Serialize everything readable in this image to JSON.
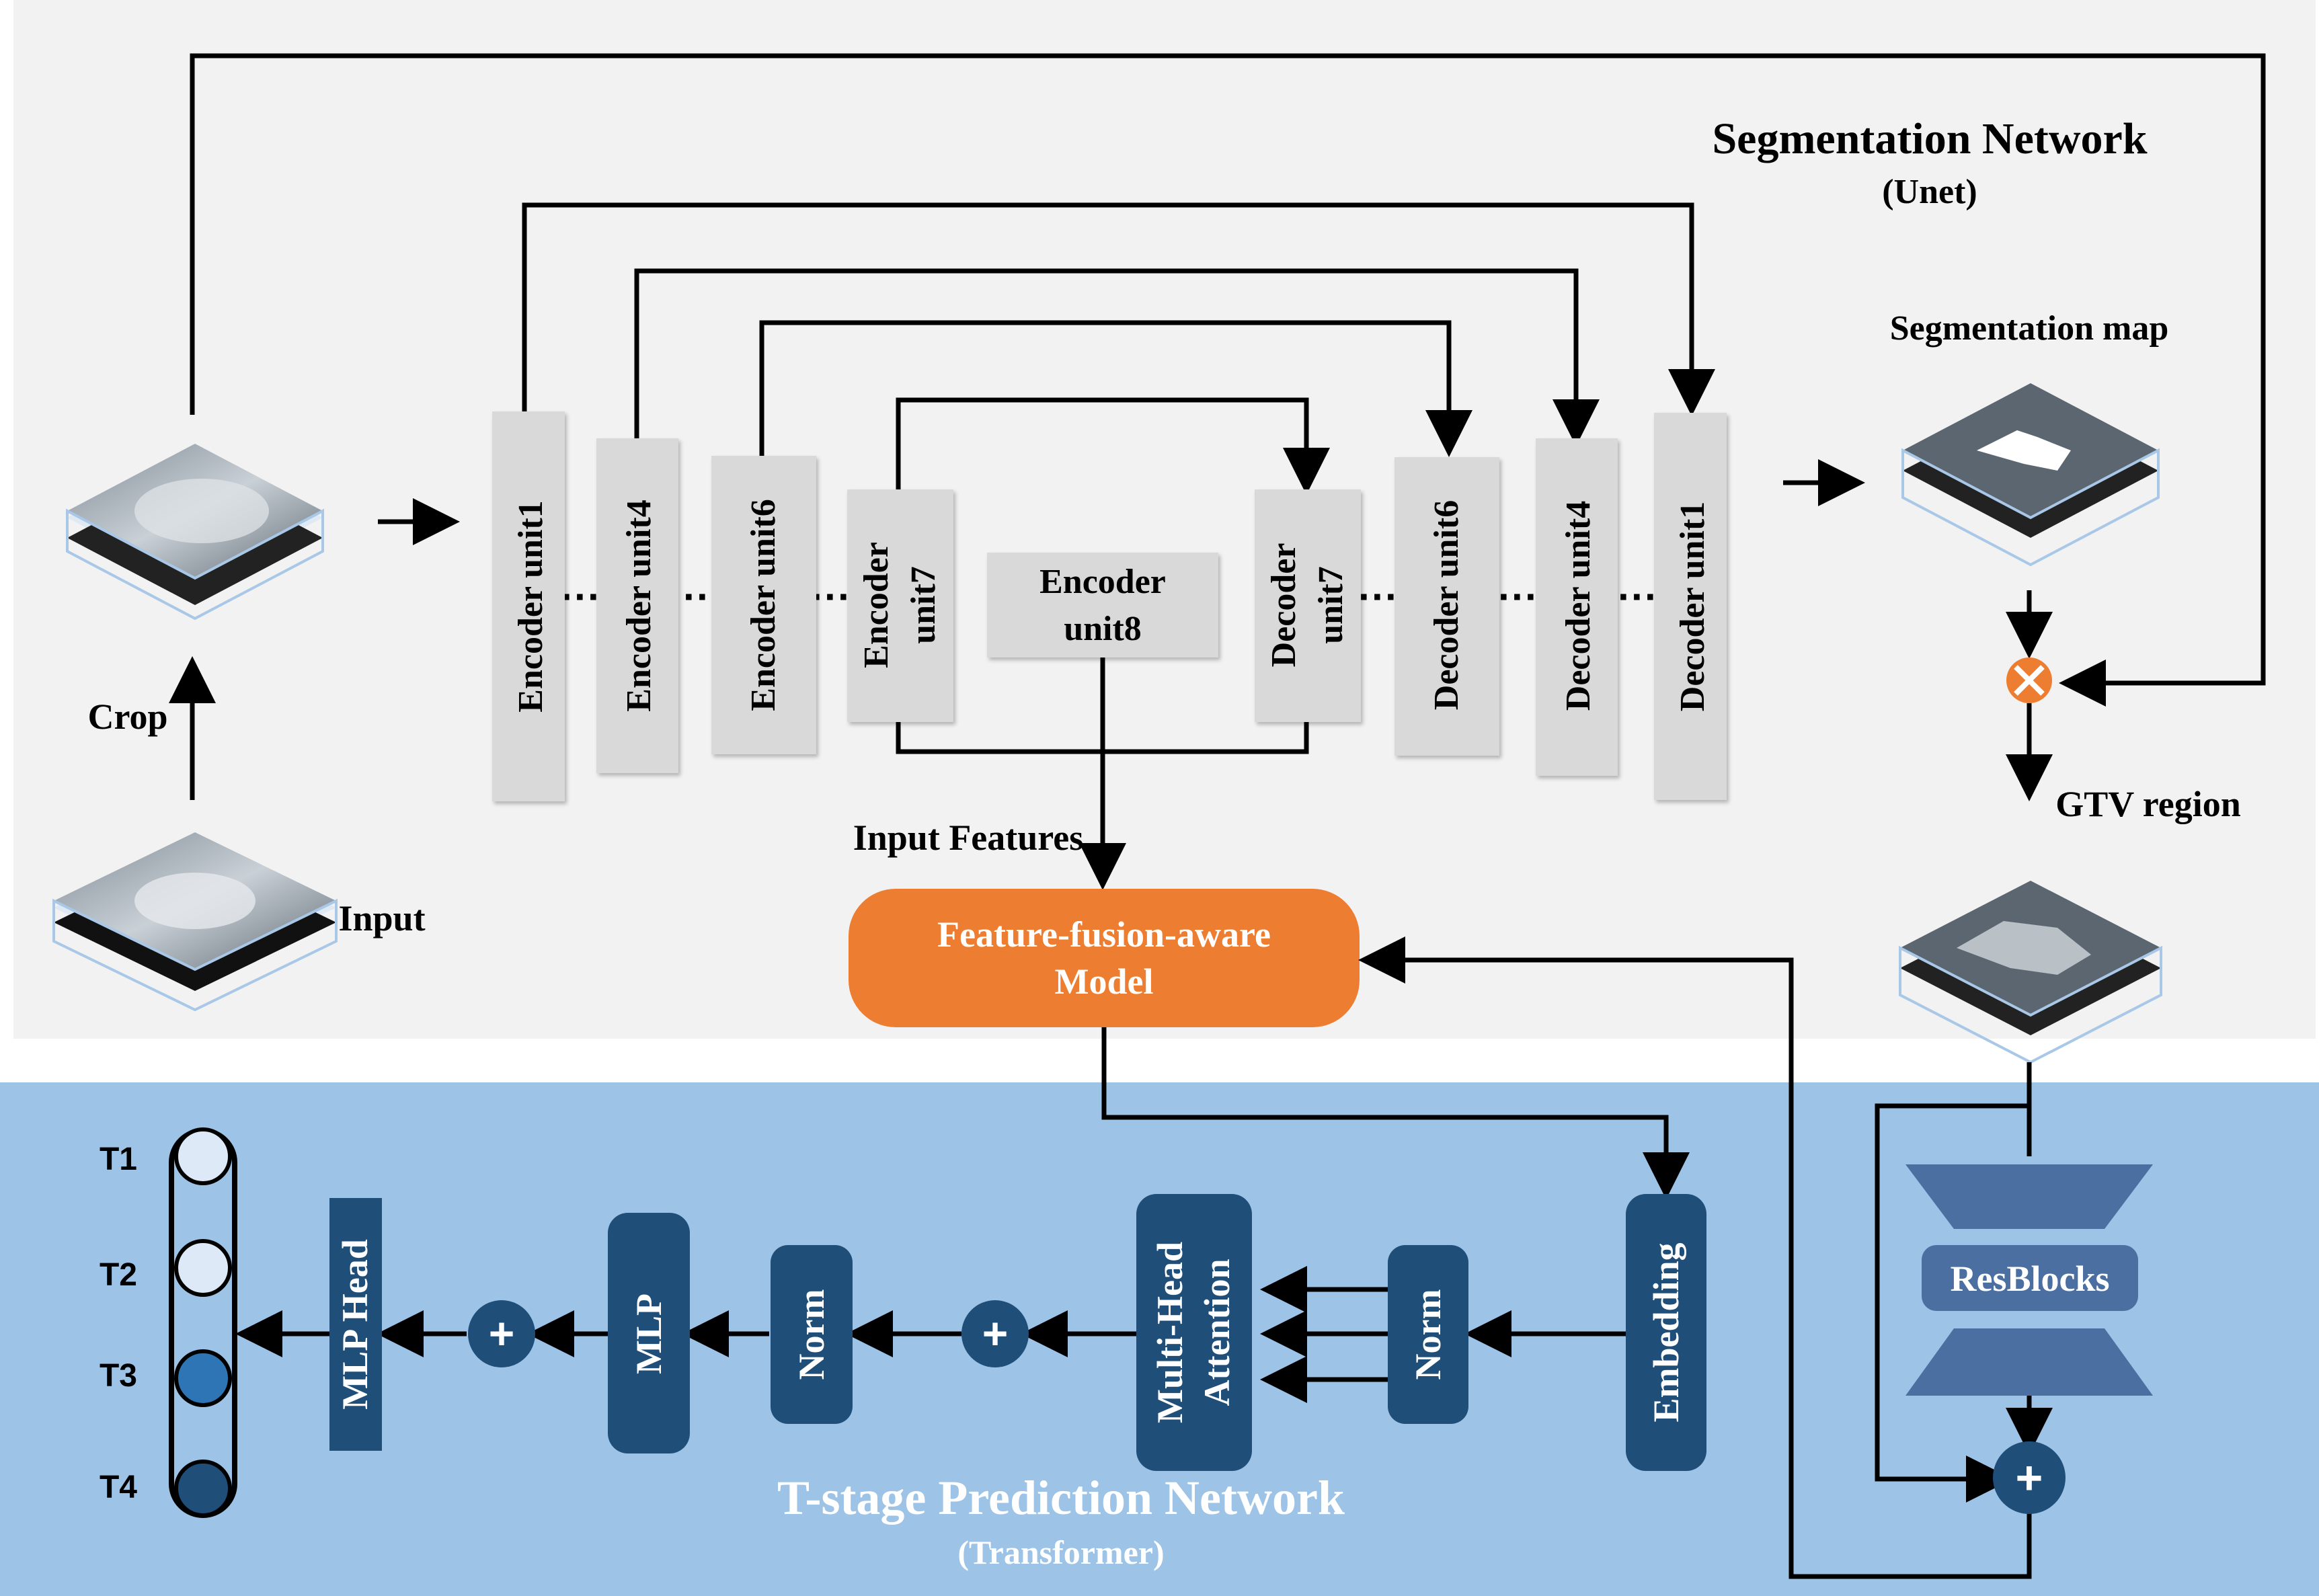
{
  "segmentation": {
    "title": "Segmentation Network",
    "subtitle": "(Unet)",
    "segmentation_map_label": "Segmentation map",
    "gtv_label": "GTV region",
    "crop_label": "Crop",
    "input_label": "Input",
    "input_features_label": "Input Features",
    "encoders": [
      {
        "line1": "Encoder unit1",
        "line2": ""
      },
      {
        "line1": "Encoder unit4",
        "line2": ""
      },
      {
        "line1": "Encoder unit6",
        "line2": ""
      },
      {
        "line1": "Encoder",
        "line2": "unit7"
      }
    ],
    "bottleneck": {
      "line1": "Encoder",
      "line2": "unit8"
    },
    "decoders": [
      {
        "line1": "Decoder",
        "line2": "unit7"
      },
      {
        "line1": "Decoder unit6",
        "line2": ""
      },
      {
        "line1": "Decoder unit4",
        "line2": ""
      },
      {
        "line1": "Decoder unit1",
        "line2": ""
      }
    ],
    "fusion": {
      "line1": "Feature-fusion-aware",
      "line2": "Model"
    }
  },
  "tstage": {
    "title": "T-stage Prediction Network",
    "subtitle": "(Transformer)",
    "embedding": "Embedding",
    "norm1": "Norm",
    "mha_line1": "Multi-Head",
    "mha_line2": "Attention",
    "norm2": "Norm",
    "mlp": "MLP",
    "mlp_head": "MLP Head",
    "plus": "+",
    "classes": [
      "T1",
      "T2",
      "T3",
      "T4"
    ]
  },
  "resblock": {
    "label": "ResBlocks",
    "plus": "+"
  },
  "colors": {
    "top_bg": "#f2f2f2",
    "bottom_bg": "#9dc3e6",
    "unit_gray": "#d9d9d9",
    "fusion_orange": "#ed7d31",
    "dark_blue": "#1f4e79",
    "res_blue": "#4a6fa0",
    "multiply_orange": "#ed7d31"
  }
}
